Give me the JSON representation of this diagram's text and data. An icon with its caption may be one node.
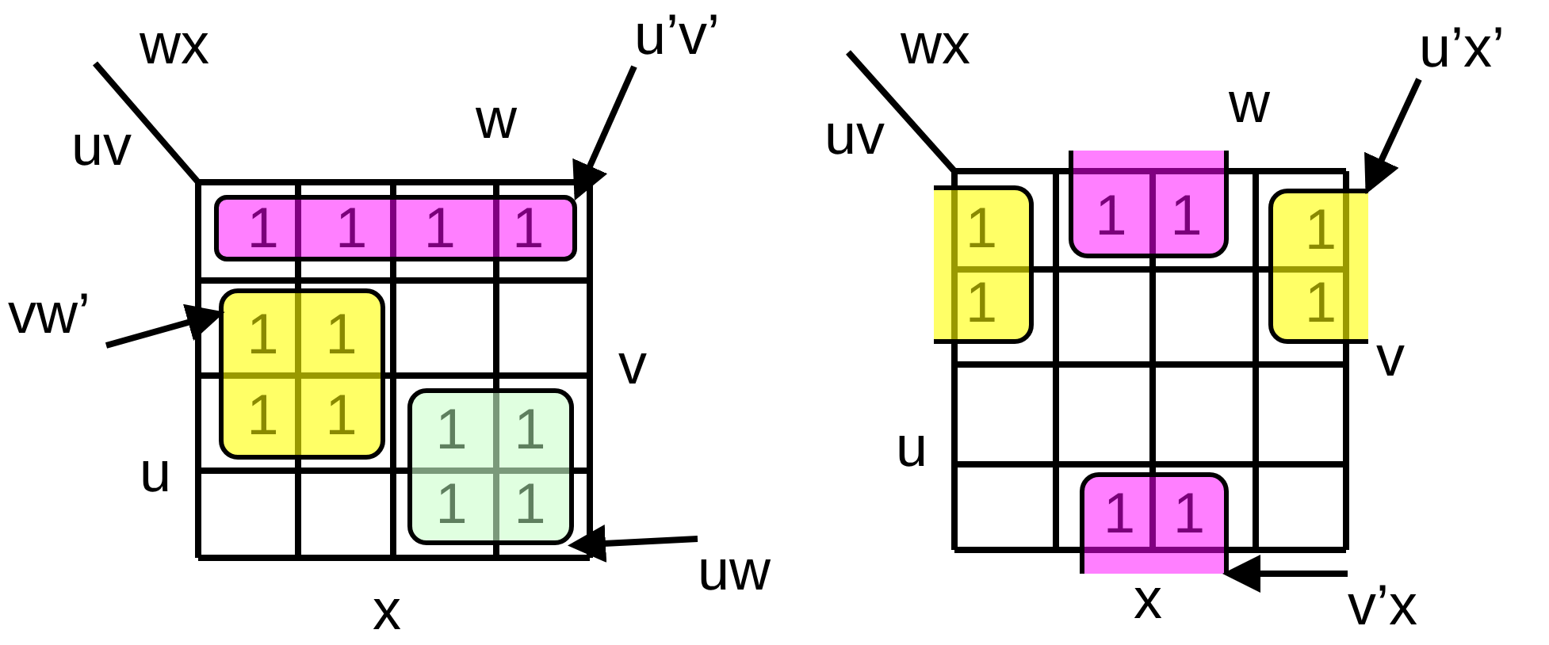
{
  "diagram": {
    "nodes": [
      {
        "text": [
          "u’v’"
        ]
      },
      {
        "text": [
          "1",
          "1",
          "1",
          "1"
        ]
      },
      {
        "text": [
          "vw’"
        ]
      },
      {
        "text": [
          "1",
          "1",
          "1",
          "1"
        ]
      },
      {
        "text": [
          "1",
          "1",
          "1",
          "1"
        ]
      },
      {
        "text": [
          "uw"
        ]
      },
      {
        "text": [
          "1",
          "1"
        ]
      },
      {
        "text": [
          "1",
          "1"
        ]
      },
      {
        "text": [
          "u’x’"
        ]
      },
      {
        "text": [
          "1",
          "1"
        ]
      },
      {
        "text": [
          "1",
          "1"
        ]
      },
      {
        "text": [
          "v’x"
        ]
      }
    ],
    "edges": [
      {
        "from": 0,
        "to": 1,
        "arrow": "to"
      },
      {
        "from": 2,
        "to": 3,
        "arrow": "to"
      },
      {
        "from": 5,
        "to": 4,
        "arrow": "to"
      },
      {
        "from": 8,
        "to": 9,
        "arrow": "to"
      },
      {
        "from": 11,
        "to": 10,
        "arrow": "to"
      }
    ],
    "labels": [
      "wx",
      "uv",
      "w",
      "v",
      "u",
      "x",
      "wx",
      "uv",
      "w",
      "v",
      "u",
      "x"
    ]
  }
}
